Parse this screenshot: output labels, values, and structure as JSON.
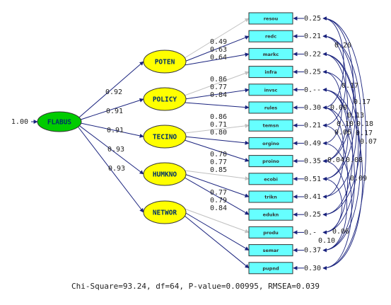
{
  "model": {
    "second_order": {
      "name": "FLABUS",
      "variance_label": "1.00"
    },
    "factors": [
      {
        "name": "POTEN",
        "gamma": "0.92",
        "indicators": [
          {
            "name": "resou",
            "loading": "0.49",
            "error": "0.25"
          },
          {
            "name": "redc",
            "loading": "0.63",
            "error": "0.21"
          },
          {
            "name": "markc",
            "loading": "0.64",
            "error": "0.22"
          }
        ]
      },
      {
        "name": "POLICY",
        "gamma": "0.91",
        "indicators": [
          {
            "name": "infra",
            "loading": "0.86",
            "error": "0.25"
          },
          {
            "name": "invsc",
            "loading": "0.77",
            "error": "0.--"
          },
          {
            "name": "rules",
            "loading": "0.84",
            "error": "0.30"
          }
        ]
      },
      {
        "name": "TECINO",
        "gamma": "0.91",
        "indicators": [
          {
            "name": "temsn",
            "loading": "0.86",
            "error": "0.21"
          },
          {
            "name": "orgino",
            "loading": "0.71",
            "error": "0.49"
          },
          {
            "name": "proino",
            "loading": "0.80",
            "error": "0.35"
          }
        ]
      },
      {
        "name": "HUMKNO",
        "gamma": "0.93",
        "indicators": [
          {
            "name": "ecobi",
            "loading": "0.70",
            "error": "0.51"
          },
          {
            "name": "trikn",
            "loading": "0.77",
            "error": "0.41"
          },
          {
            "name": "edukn",
            "loading": "0.85",
            "error": "0.25"
          }
        ]
      },
      {
        "name": "NETWOR",
        "gamma": "0.93",
        "indicators": [
          {
            "name": "produ",
            "loading": "0.77",
            "error": "0.-"
          },
          {
            "name": "semar",
            "loading": "0.79",
            "error": "0.37"
          },
          {
            "name": "pupnd",
            "loading": "0.84",
            "error": "0.30"
          }
        ]
      }
    ],
    "error_correlations": [
      "0.20",
      "0.17",
      "0.00",
      "0.13",
      "0.17",
      "0.10",
      "0.18",
      "0.06",
      "0.17",
      "0.07",
      "0.08",
      "0.04",
      "0.09",
      "0.06",
      "0.10"
    ]
  },
  "fit_statistics": "Chi-Square=93.24, df=64, P-value=0.00995, RMSEA=0.039",
  "colors": {
    "latent_fill": "#ffff00",
    "second_order_fill": "#00cc00",
    "indicator_fill": "#66ffff",
    "path": "#1a237e",
    "fixed_path": "#c0c0c0"
  }
}
